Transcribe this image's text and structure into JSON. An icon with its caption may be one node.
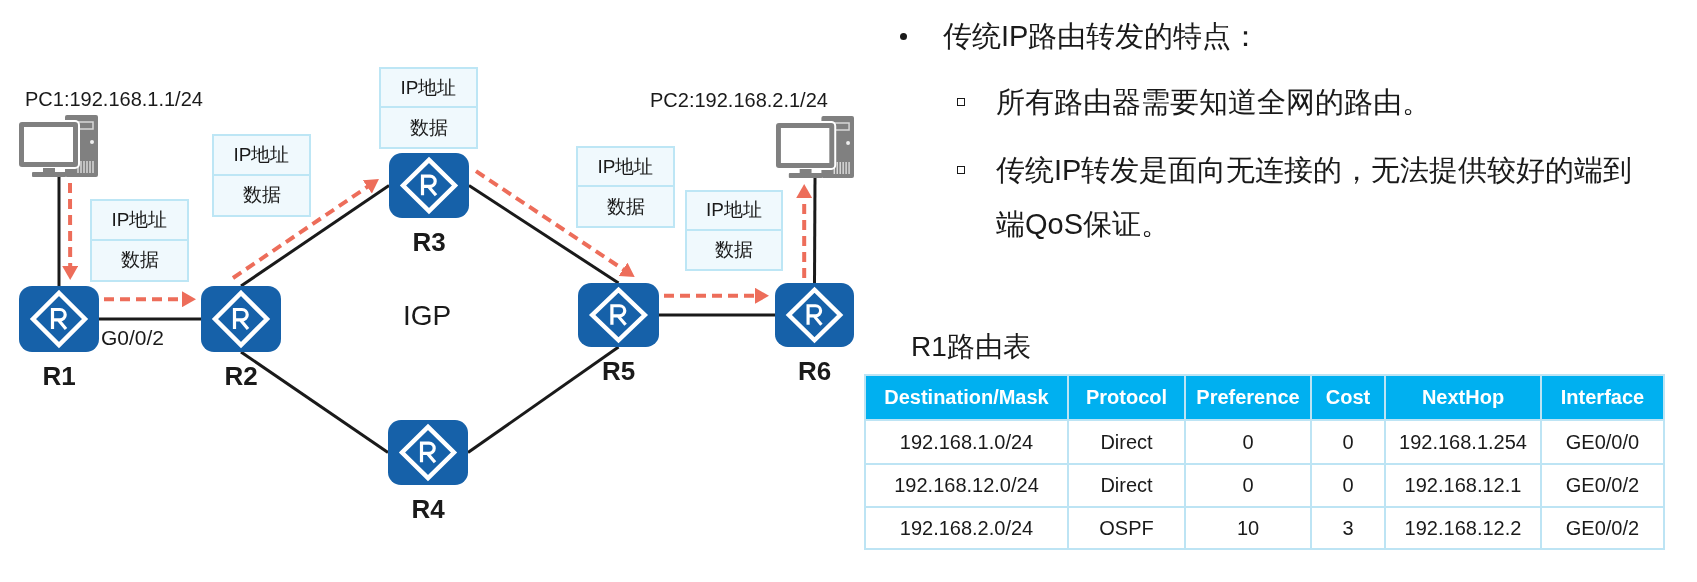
{
  "diagram": {
    "nodes": [
      {
        "text": [
          "PC1:192.168.1.1/24"
        ]
      },
      {
        "text": [
          "R1"
        ]
      },
      {
        "text": [
          "R2"
        ]
      },
      {
        "text": [
          "R3"
        ]
      },
      {
        "text": [
          "R4"
        ]
      },
      {
        "text": [
          "R5"
        ]
      },
      {
        "text": [
          "R6"
        ]
      },
      {
        "text": [
          "PC2:192.168.2.1/24"
        ]
      },
      {
        "text": [
          "IP地址",
          "数据"
        ]
      },
      {
        "text": [
          "IP地址",
          "数据"
        ]
      },
      {
        "text": [
          "IP地址",
          "数据"
        ]
      },
      {
        "text": [
          "IP地址",
          "数据"
        ]
      },
      {
        "text": [
          "IP地址",
          "数据"
        ]
      }
    ],
    "edges": [
      {
        "from": 0,
        "to": 1,
        "arrow": "none"
      },
      {
        "from": 1,
        "to": 2,
        "arrow": "none",
        "label": "G0/0/2"
      },
      {
        "from": 2,
        "to": 3,
        "arrow": "none"
      },
      {
        "from": 2,
        "to": 4,
        "arrow": "none"
      },
      {
        "from": 3,
        "to": 5,
        "arrow": "none"
      },
      {
        "from": 4,
        "to": 5,
        "arrow": "none"
      },
      {
        "from": 5,
        "to": 6,
        "arrow": "none"
      },
      {
        "from": 6,
        "to": 7,
        "arrow": "none"
      },
      {
        "from": 0,
        "to": 1,
        "arrow": "to",
        "style": "dashed",
        "color": "#ed6d5a"
      },
      {
        "from": 1,
        "to": 2,
        "arrow": "to",
        "style": "dashed",
        "color": "#ed6d5a"
      },
      {
        "from": 2,
        "to": 3,
        "arrow": "to",
        "style": "dashed",
        "color": "#ed6d5a"
      },
      {
        "from": 3,
        "to": 5,
        "arrow": "to",
        "style": "dashed",
        "color": "#ed6d5a"
      },
      {
        "from": 5,
        "to": 6,
        "arrow": "to",
        "style": "dashed",
        "color": "#ed6d5a"
      },
      {
        "from": 6,
        "to": 7,
        "arrow": "to",
        "style": "dashed",
        "color": "#ed6d5a"
      }
    ],
    "labels": [
      "IGP",
      "传统IP路由转发的特点：",
      "所有路由器需要知道全网的路由。",
      "传统IP转发是面向无连接的，无法提供较好的端到端QoS保证。",
      "R1路由表",
      "Destination/Mask",
      "Protocol",
      "Preference",
      "Cost",
      "NextHop",
      "Interface",
      "192.168.1.0/24",
      "Direct",
      "0",
      "0",
      "192.168.1.254",
      "GE0/0/0",
      "192.168.12.0/24",
      "Direct",
      "0",
      "0",
      "192.168.12.1",
      "GE0/0/2",
      "192.168.2.0/24",
      "OSPF",
      "10",
      "3",
      "192.168.12.2",
      "GE0/0/2"
    ]
  }
}
